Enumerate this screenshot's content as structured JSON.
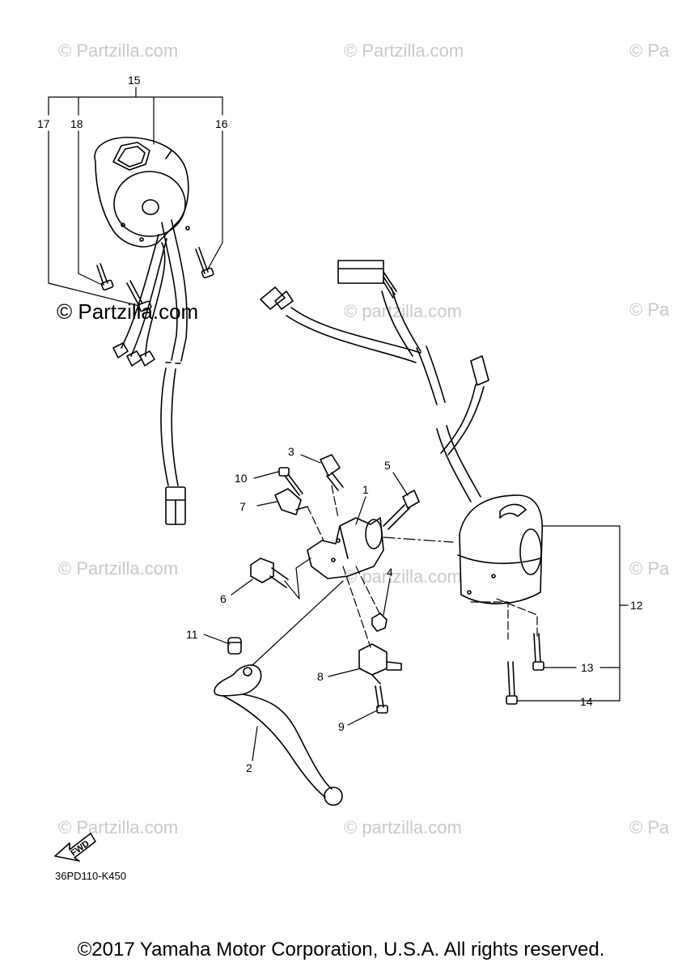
{
  "watermark": {
    "text": "© Partzilla.com",
    "text_lower": "© partzilla.com",
    "text_cut": "© Pa"
  },
  "diagram_code": "36PD110-K450",
  "copyright": "©2017 Yamaha Motor Corporation, U.S.A. All rights reserved.",
  "fwd_label": "FWD",
  "callouts": [
    "1",
    "2",
    "3",
    "4",
    "5",
    "6",
    "7",
    "8",
    "9",
    "10",
    "11",
    "12",
    "13",
    "14",
    "15",
    "16",
    "17",
    "18"
  ],
  "colors": {
    "line": "#000000",
    "watermark": "#c9c9c9"
  }
}
